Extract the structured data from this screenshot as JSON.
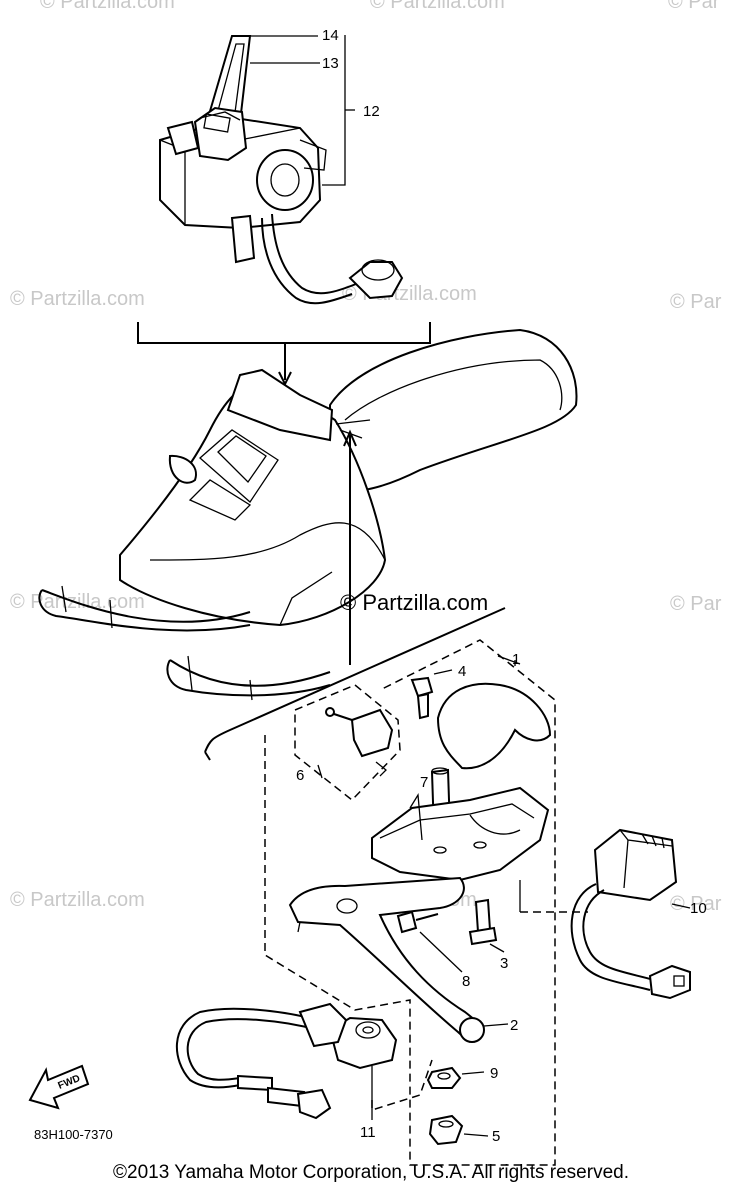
{
  "watermarks": {
    "text": "© Partzilla.com",
    "short": "© Par",
    "center_label": "© Partzilla.com"
  },
  "diagram_code": "83H100-7370",
  "fwd_arrow_label": "FWD",
  "callouts": {
    "c1": "1",
    "c2": "2",
    "c3": "3",
    "c4": "4",
    "c5": "5",
    "c6": "6",
    "c7": "7",
    "c8": "8",
    "c9": "9",
    "c10": "10",
    "c11": "11",
    "c12": "12",
    "c13": "13",
    "c14": "14"
  },
  "copyright": "©2013 Yamaha Motor Corporation, U.S.A. All rights reserved."
}
